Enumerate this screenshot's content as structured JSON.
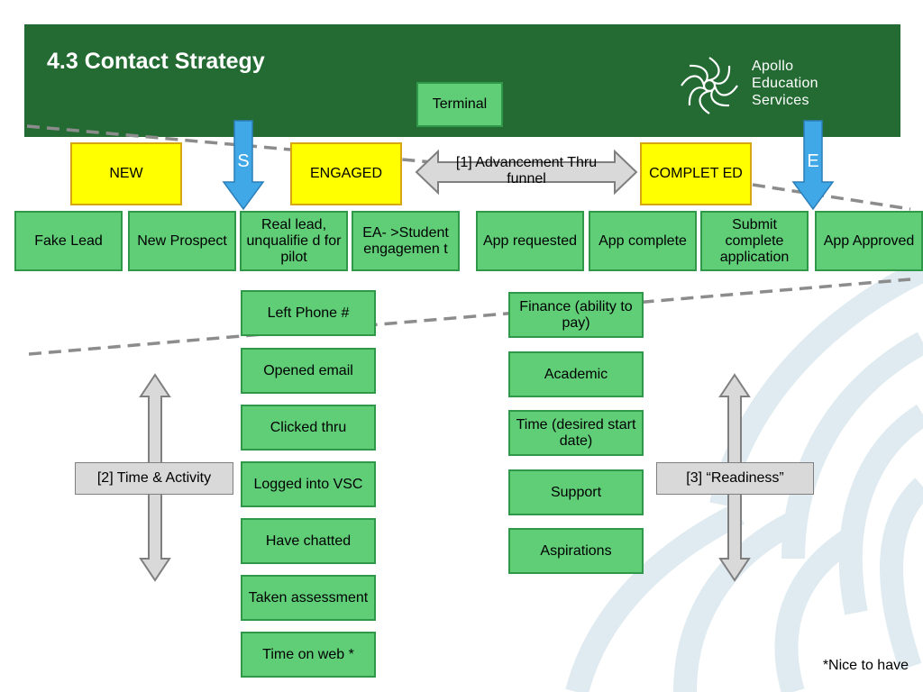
{
  "slide": {
    "title": "4.3 Contact Strategy",
    "terminal_label": "Terminal",
    "footnote": "*Nice to have"
  },
  "logo": {
    "line1": "Apollo",
    "line2": "Education",
    "line3": "Services"
  },
  "stages": {
    "new": "NEW",
    "engaged": "ENGAGED",
    "completed": "COMPLET ED"
  },
  "markers": {
    "start": "S",
    "end": "E"
  },
  "funnel": {
    "advancement_label": "[1] Advancement Thru funnel"
  },
  "statuses": [
    "Fake Lead",
    "New Prospect",
    "Real lead, unqualifie d for pilot",
    "EA- >Student engagemen t",
    "App requested",
    "App complete",
    "Submit complete application",
    "App Approved"
  ],
  "activity": {
    "label": "[2] Time & Activity",
    "items": [
      "Left Phone #",
      "Opened email",
      "Clicked thru",
      "Logged into VSC",
      "Have chatted",
      "Taken assessment",
      "Time on web *"
    ]
  },
  "readiness": {
    "label": "[3] “Readiness”",
    "items": [
      "Finance (ability to pay)",
      "Academic",
      "Time (desired start date)",
      "Support",
      "Aspirations"
    ]
  },
  "colors": {
    "header_green": "#246b33",
    "box_green": "#5fce77",
    "box_yellow": "#ffff00",
    "arrow_blue": "#41a8e8",
    "grey": "#d9d9d9"
  }
}
